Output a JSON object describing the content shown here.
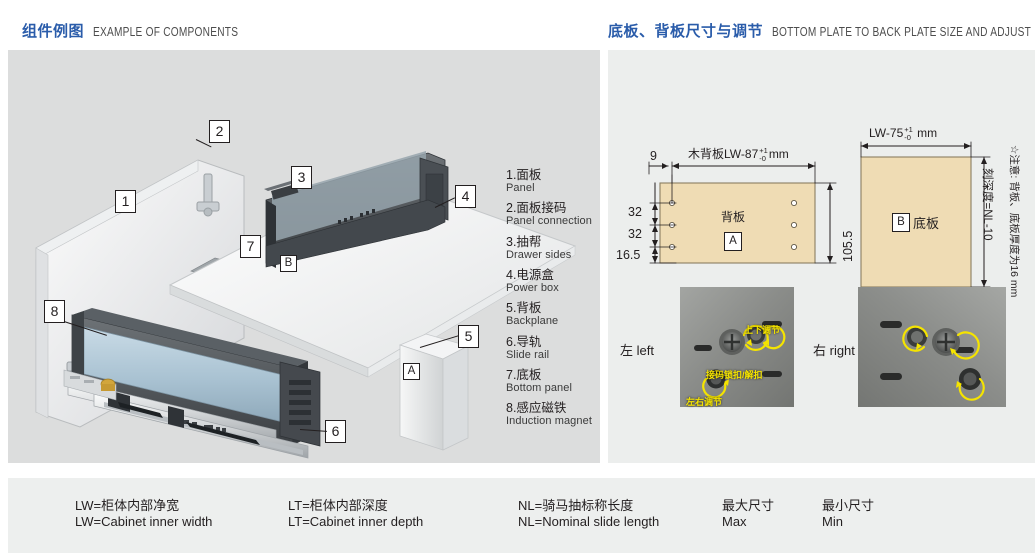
{
  "headers": {
    "left": {
      "cn": "组件例图",
      "en": "EXAMPLE OF COMPONENTS"
    },
    "right": {
      "cn": "底板、背板尺寸与调节",
      "en": "BOTTOM PLATE TO BACK PLATE SIZE AND ADJUST"
    }
  },
  "parts": [
    {
      "num": "1",
      "cn": "1.面板",
      "en": "Panel"
    },
    {
      "num": "2",
      "cn": "2.面板接码",
      "en": "Panel connection"
    },
    {
      "num": "3",
      "cn": "3.抽帮",
      "en": "Drawer sides"
    },
    {
      "num": "4",
      "cn": "4.电源盒",
      "en": "Power box"
    },
    {
      "num": "5",
      "cn": "5.背板",
      "en": "Backplane"
    },
    {
      "num": "6",
      "cn": "6.导轨",
      "en": "Slide rail"
    },
    {
      "num": "7",
      "cn": "7.底板",
      "en": "Bottom panel"
    },
    {
      "num": "8",
      "cn": "8.感应磁铁",
      "en": "Induction magnet"
    }
  ],
  "callouts": {
    "c1": "1",
    "c2": "2",
    "c3": "3",
    "c4": "4",
    "c5": "5",
    "c6": "6",
    "c7": "7",
    "c8": "8",
    "tag_a": "A",
    "tag_b": "B"
  },
  "backplate": {
    "width_label": "木背板LW-87",
    "width_tol_sup": "+1",
    "width_tol_sub": "-0",
    "width_unit": "mm",
    "offset_top": "9",
    "pitch_1": "32",
    "pitch_2": "32",
    "pitch_3": "16.5",
    "height": "105.5",
    "face_cn": "背板",
    "face_tag": "A"
  },
  "bottomplate": {
    "width_label": "LW-75",
    "width_tol_sup": "+1",
    "width_tol_sub": "-0",
    "width_unit": "mm",
    "face_tag": "B",
    "face_cn": "底板",
    "depth_label": "刻深度=NL-10"
  },
  "note": {
    "line1": "☆注意:",
    "line2": "背板、底板厚度为16 mm"
  },
  "adjust": {
    "left_label": "左 left",
    "right_label": "右 right",
    "ann_updown": "上下调节",
    "ann_lock": "接码锁扣/解扣",
    "ann_leftright": "左右调节"
  },
  "legend": [
    {
      "cn": "LW=柜体内部净宽",
      "en": "LW=Cabinet inner width"
    },
    {
      "cn": "LT=柜体内部深度",
      "en": "LT=Cabinet inner depth"
    },
    {
      "cn": "NL=骑马抽标称长度",
      "en": "NL=Nominal slide length"
    },
    {
      "cn": "最大尺寸",
      "en": "Max"
    },
    {
      "cn": "最小尺寸",
      "en": "Min"
    }
  ],
  "colors": {
    "heading_cn": "#2a5caa",
    "heading_en": "#4d4d4d",
    "panel_left_bg": "#dcdddd",
    "panel_right_bg": "#eceeed",
    "legend_bg": "#edefee",
    "board_fill": "#efdcb4",
    "board_stroke": "#8a7f62",
    "annotation_yellow": "#f5e400",
    "ink": "#231f20"
  }
}
